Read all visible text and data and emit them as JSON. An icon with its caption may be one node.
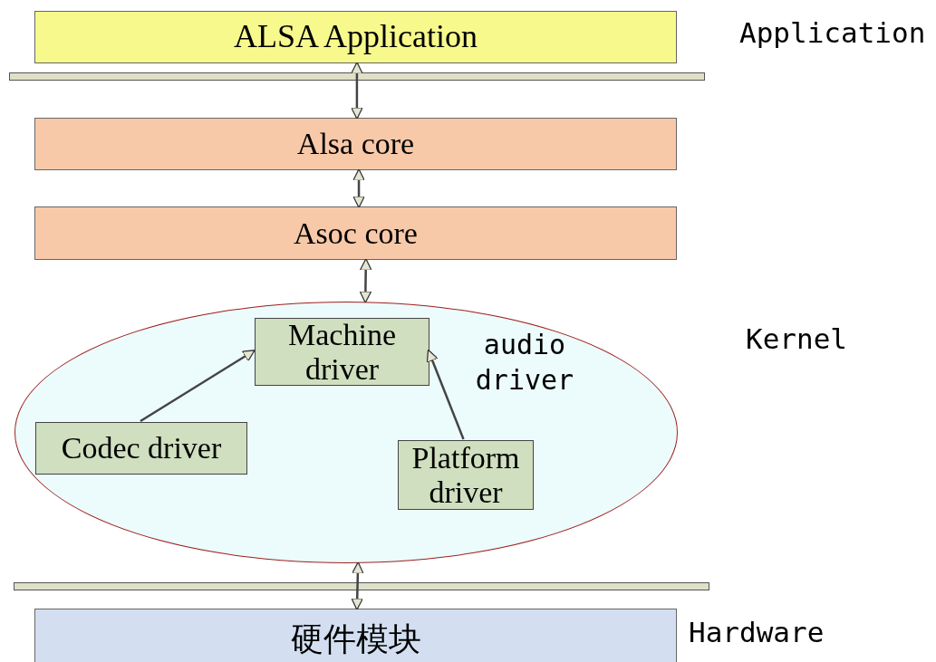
{
  "diagram": {
    "nodes": [
      {
        "text": [
          "ALSA Application"
        ]
      },
      {
        "text": [
          "Alsa core"
        ]
      },
      {
        "text": [
          "Asoc core"
        ]
      },
      {
        "text": [
          "audio driver"
        ]
      },
      {
        "text": [
          "Machine driver"
        ],
        "in": 3
      },
      {
        "text": [
          "Codec driver"
        ],
        "in": 3
      },
      {
        "text": [
          "Platform driver"
        ],
        "in": 3
      },
      {
        "text": [
          "硬件模块"
        ]
      }
    ],
    "edges": [
      {
        "from": 0,
        "to": 1,
        "arrow": "both"
      },
      {
        "from": 1,
        "to": 2,
        "arrow": "both"
      },
      {
        "from": 2,
        "to": 3,
        "arrow": "both"
      },
      {
        "from": 5,
        "to": 4,
        "arrow": "to"
      },
      {
        "from": 6,
        "to": 4,
        "arrow": "to"
      },
      {
        "from": 3,
        "to": 7,
        "arrow": "both"
      }
    ],
    "labels": [
      "Application",
      "Kernel",
      "Hardware"
    ]
  }
}
